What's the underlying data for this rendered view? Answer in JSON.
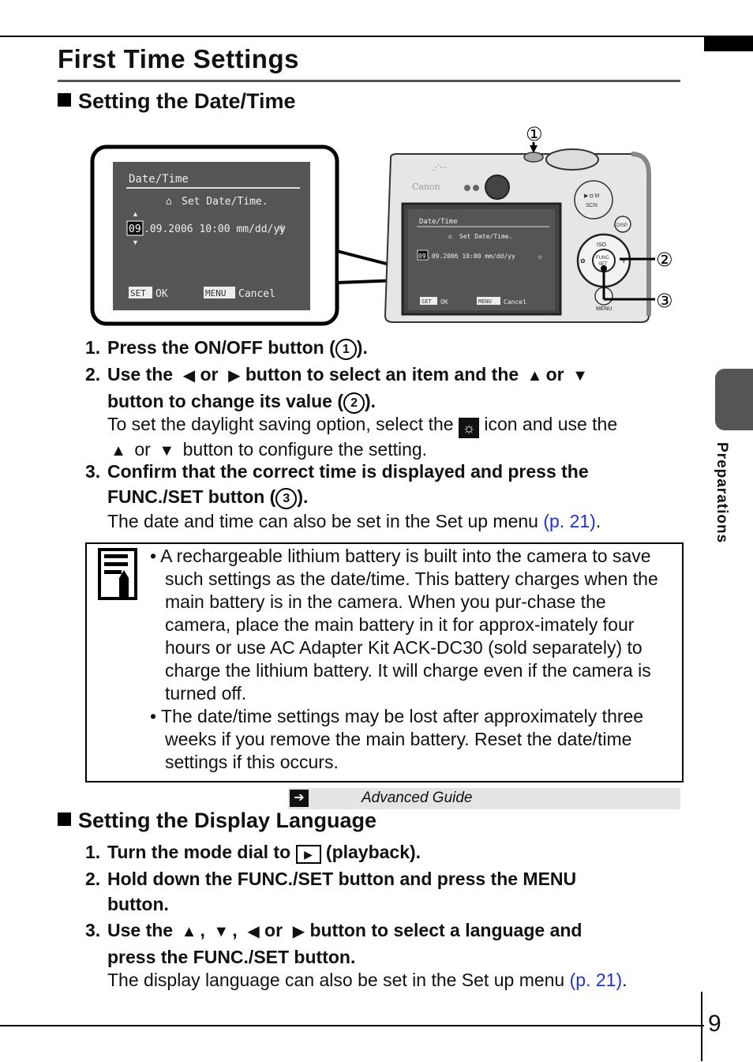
{
  "page": {
    "title": "First Time Settings",
    "number": "9",
    "side_tab": "Preparations"
  },
  "sec1": {
    "heading": "Setting the Date/Time",
    "lcd": {
      "title": "Date/Time",
      "subtitle": "Set Date/Time.",
      "field_hl": "09",
      "field_rest": ".09.2006 10:00 mm/dd/yy",
      "set_key": "SET",
      "ok": "OK",
      "menu_key": "MENU",
      "cancel": "Cancel"
    },
    "camera": {
      "brand": "Canon",
      "func_set": "FUNC. SET",
      "menu": "MENU",
      "disp": "DISP.",
      "iso": "ISO"
    },
    "callouts": [
      "①",
      "②",
      "③"
    ],
    "steps": [
      {
        "num": "1.",
        "a": "Press the ON/OFF button (",
        "circ": "1",
        "b": ")."
      },
      {
        "num": "2.",
        "a": "Use the",
        "or1": "or",
        "b": "button to select an item and the",
        "or2": "or",
        "c": "button to change its value (",
        "circ": "2",
        "d": ")."
      },
      {
        "num": "3.",
        "a": "Confirm that the correct time is displayed and press the",
        "b": "FUNC./SET button (",
        "circ": "3",
        "c": ")."
      }
    ],
    "note2_a": "To set the daylight saving option, select the",
    "note2_b": "icon and use the",
    "note2_or": "or",
    "note2_c": "button to configure the setting.",
    "note3_a": "The date and time can also be set in the Set up menu",
    "note3_link": "(p. 21)",
    "note3_end": "."
  },
  "memo": {
    "bullets": [
      "• A rechargeable lithium battery is built into the camera to save such settings as the date/time. This battery charges when the main battery is in the camera. When you pur-chase the camera, place the main battery in it for approx-imately four hours or use AC Adapter Kit ACK-DC30 (sold separately) to charge the lithium battery. It will charge even if the camera is turned off.",
      "• The date/time settings may be lost after approximately three weeks if you remove the main battery. Reset the date/time settings if this occurs."
    ]
  },
  "advanced": {
    "label": "Advanced Guide"
  },
  "sec2": {
    "heading": "Setting the Display Language",
    "steps": [
      {
        "num": "1.",
        "a": "Turn the mode dial to",
        "b": "(playback)."
      },
      {
        "num": "2.",
        "a": "Hold down the FUNC./SET button and press the MENU",
        "b": "button."
      },
      {
        "num": "3.",
        "a": "Use the",
        "sep1": ",",
        "sep2": ",",
        "or": "or",
        "b": "button to select a language and",
        "c": "press the FUNC./SET button."
      }
    ],
    "note_a": "The display language can also be set in the Set up menu",
    "note_link": "(p. 21)",
    "note_end": "."
  },
  "colors": {
    "link": "#2233cc",
    "tab": "#555555"
  },
  "icons": [
    "left-arrow-icon",
    "right-arrow-icon",
    "up-arrow-icon",
    "down-arrow-icon",
    "daylight-saving-icon",
    "memo-icon",
    "advanced-guide-arrow-icon",
    "playback-icon"
  ]
}
